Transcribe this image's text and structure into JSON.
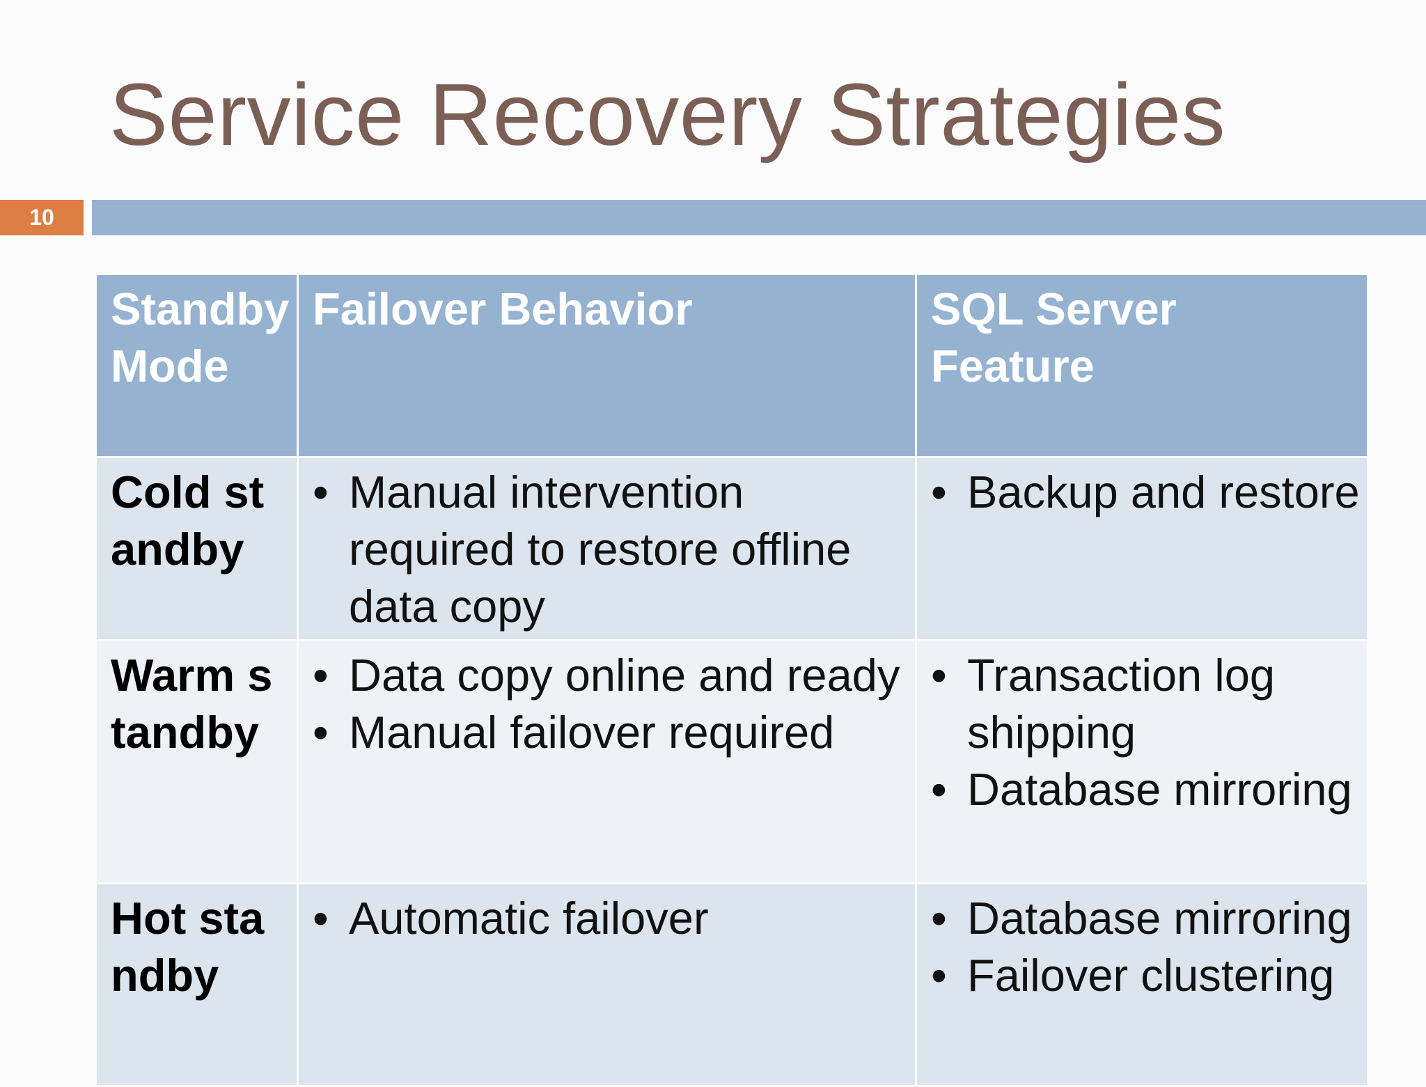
{
  "title": "Service Recovery Strategies",
  "slide_number": "10",
  "colors": {
    "title": "#7b5f55",
    "accent_orange": "#dd7f45",
    "accent_blue": "#95b3d1",
    "row_dark": "#dce4ed",
    "row_light": "#eef1f6"
  },
  "table": {
    "headers": [
      "Standby Mode",
      "Failover Behavior",
      "SQL Server Feature"
    ],
    "rows": [
      {
        "mode": "Cold standby",
        "behavior": [
          "Manual intervention required to restore offline data copy"
        ],
        "feature": [
          "Backup and restore"
        ]
      },
      {
        "mode": "Warm standby",
        "behavior": [
          "Data copy online and ready",
          "Manual failover required"
        ],
        "feature": [
          "Transaction log shipping",
          "Database mirroring"
        ]
      },
      {
        "mode": "Hot standby",
        "behavior": [
          "Automatic failover"
        ],
        "feature": [
          "Database mirroring",
          "Failover clustering"
        ]
      }
    ]
  }
}
